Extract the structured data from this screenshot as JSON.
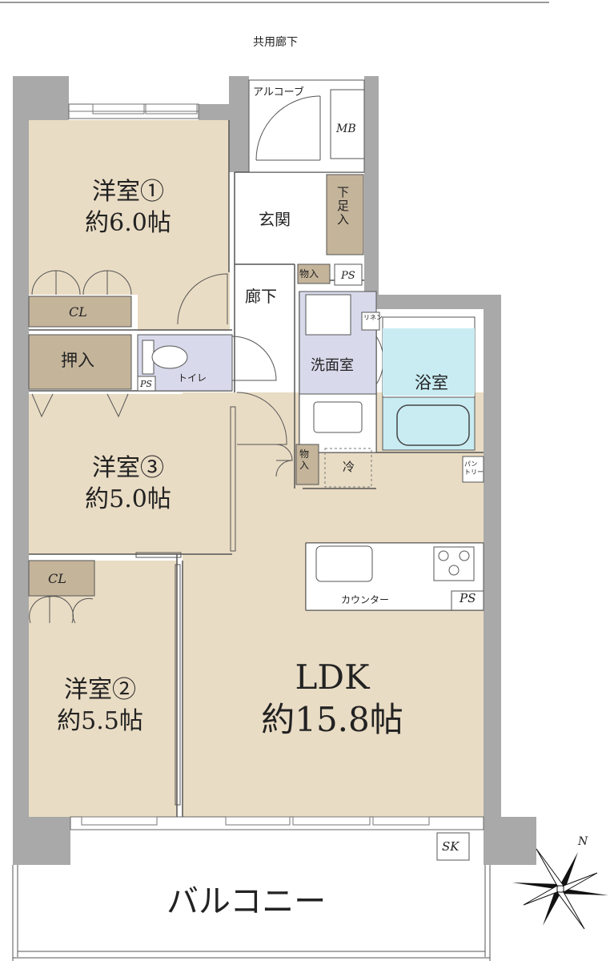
{
  "header": {
    "corridor": "共用廊下",
    "alcove": "アルコーブ",
    "mb": "MB"
  },
  "rooms": {
    "western1": {
      "name": "洋室①",
      "size": "約6.0帖"
    },
    "western3": {
      "name": "洋室③",
      "size": "約5.0帖"
    },
    "western2": {
      "name": "洋室②",
      "size": "約5.5帖"
    },
    "ldk": {
      "name": "LDK",
      "size": "約15.8帖"
    },
    "entrance": "玄関",
    "shoe": "下足入",
    "hall": "廊下",
    "storage_top": "物入",
    "ps_top": "PS",
    "closet1": "CL",
    "oshiire": "押入",
    "toilet": "トイレ",
    "ps_toilet": "PS",
    "linen": "リネン",
    "washroom": "洗面室",
    "bath": "浴室",
    "storage_mid": "物入",
    "fridge": "冷",
    "pantry": "パントリー",
    "counter": "カウンター",
    "ps_kitchen": "PS",
    "closet2": "CL",
    "sk": "SK",
    "balcony": "バルコニー"
  },
  "compass": {
    "north": "N"
  },
  "colors": {
    "room_fill": "#e9dcc4",
    "wall": "#a9a9a9",
    "storage": "#c4b49a",
    "wet": "#d8d9ea",
    "bath": "#c9ecf3"
  }
}
